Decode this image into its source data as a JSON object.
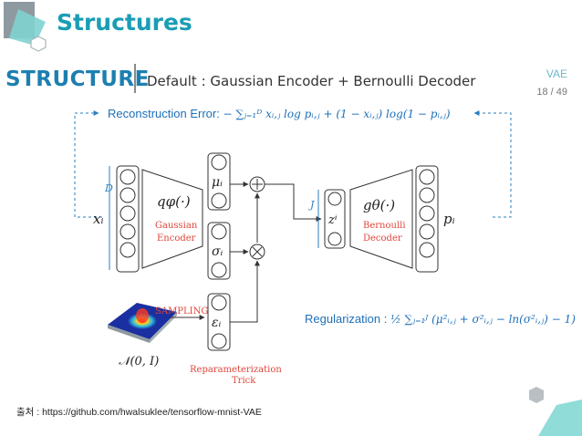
{
  "header": {
    "title": "Structures",
    "section": "STRUCTURE",
    "subtitle": "Default : Gaussian Encoder + Bernoulli Decoder",
    "topic": "VAE",
    "page": "18 / 49"
  },
  "colors": {
    "title": "#1a9db5",
    "structure": "#1d7fb0",
    "blue_text": "#1d6fb8",
    "red_text": "#e0453a",
    "teal_shape": "#7fd3d0",
    "gray_shape": "#8f9aa0"
  },
  "equations": {
    "recon_label": "Reconstruction Error:",
    "recon_formula": "− ∑ⱼ₌₁ᴰ xᵢ,ⱼ log pᵢ,ⱼ + (1 − xᵢ,ⱼ) log(1 − pᵢ,ⱼ)",
    "reg_label": "Regularization :",
    "reg_formula": "½ ∑ⱼ₌₁ᴶ (μ²ᵢ,ⱼ + σ²ᵢ,ⱼ − ln(σ²ᵢ,ⱼ) − 1)"
  },
  "diagram": {
    "x_label": "xᵢ",
    "D_label": "D",
    "J_label": "J",
    "encoder_fn": "qφ(·)",
    "encoder_name_1": "Gaussian",
    "encoder_name_2": "Encoder",
    "mu_label": "μᵢ",
    "sigma_label": "σᵢ",
    "eps_label": "εᵢ",
    "z_label": "zⁱ",
    "decoder_fn": "gθ(·)",
    "decoder_name_1": "Bernoulli",
    "decoder_name_2": "Decoder",
    "p_label": "pᵢ",
    "sampling": "SAMPLING",
    "normal": "𝒩(0, I)",
    "trick_1": "Reparameterization",
    "trick_2": "Trick"
  },
  "footer": {
    "source": "출처 :   https://github.com/hwalsuklee/tensorflow-mnist-VAE"
  }
}
